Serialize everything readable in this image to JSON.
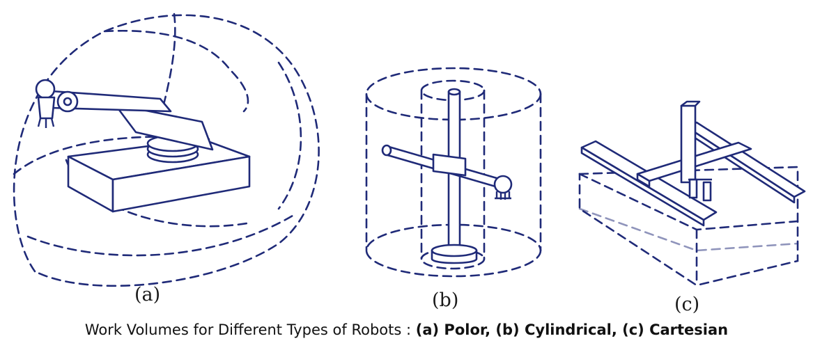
{
  "panels": [
    {
      "id": "a",
      "label": "(a)"
    },
    {
      "id": "b",
      "label": "(b)"
    },
    {
      "id": "c",
      "label": "(c)"
    }
  ],
  "caption": {
    "prefix": "Work Volumes for Different Types of Robots : ",
    "bold": "(a) Polor, (b) Cylindrical, (c) Cartesian"
  },
  "colors": {
    "ink": "#1f2a78",
    "text": "#111111",
    "background": "#ffffff"
  }
}
